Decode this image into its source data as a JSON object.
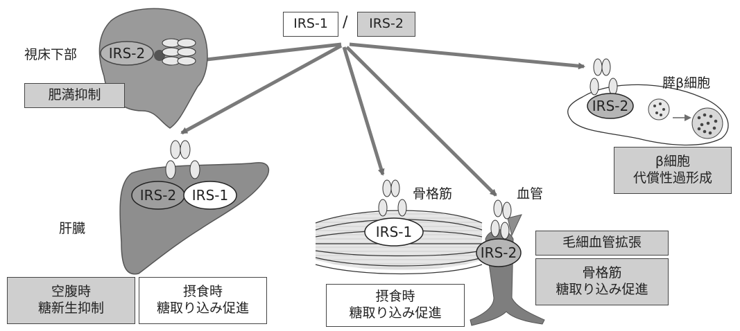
{
  "legend": {
    "irs1": "IRS-1",
    "irs2": "IRS-2",
    "separator": "/"
  },
  "hypothalamus": {
    "label": "視床下部",
    "irs": "IRS-2",
    "effect": "肥満抑制"
  },
  "liver": {
    "label": "肝臓",
    "irs_left": "IRS-2",
    "irs_right": "IRS-1",
    "effect_fasting": [
      "空腹時",
      "糖新生抑制"
    ],
    "effect_fed": [
      "摂食時",
      "糖取り込み促進"
    ]
  },
  "muscle": {
    "label": "骨格筋",
    "irs": "IRS-1",
    "effect": [
      "摂食時",
      "糖取り込み促進"
    ]
  },
  "vessel": {
    "label": "血管",
    "irs": "IRS-2",
    "effect_capillary": "毛細血管拡張",
    "effect_muscle": [
      "骨格筋",
      "糖取り込み促進"
    ]
  },
  "beta_cell": {
    "label": "膵β細胞",
    "irs": "IRS-2",
    "effect": [
      "β細胞",
      "代償性過形成"
    ]
  },
  "colors": {
    "fill_gray": "#cfcfcf",
    "organ": "#8e8e8e",
    "arrow": "#7a7a7a",
    "outline": "#333333"
  }
}
